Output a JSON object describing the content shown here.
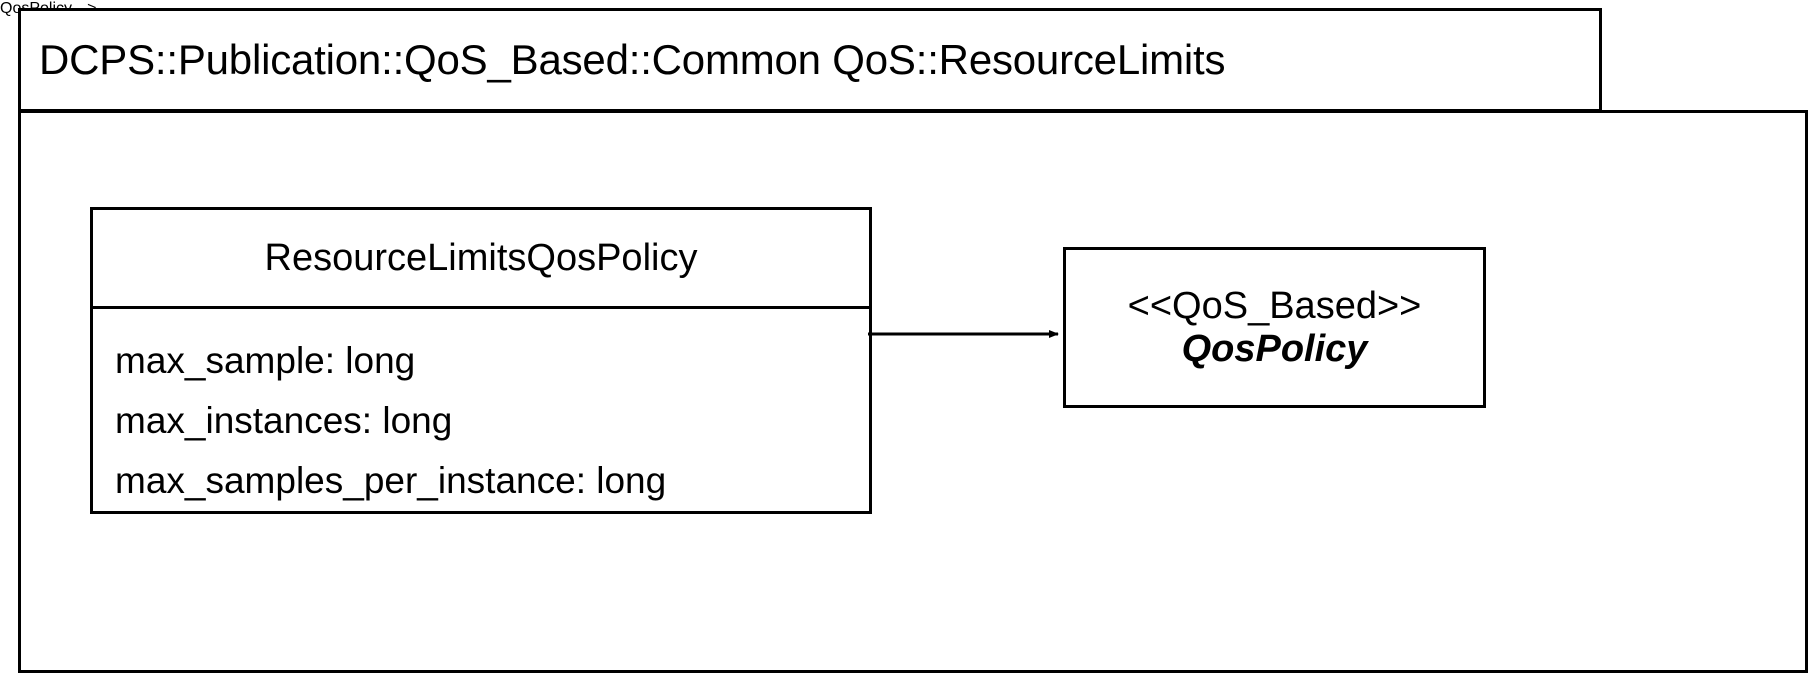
{
  "diagram": {
    "type": "uml-package-class-diagram",
    "package": {
      "qualified_name": "DCPS::Publication::QoS_Based::Common QoS::ResourceLimits"
    },
    "classes": [
      {
        "id": "resource-limits-qos-policy",
        "name": "ResourceLimitsQosPolicy",
        "stereotype": "",
        "italic": false,
        "attributes": [
          "max_sample: long",
          "max_instances: long",
          "max_samples_per_instance: long"
        ]
      },
      {
        "id": "qos-policy",
        "name": "QosPolicy",
        "stereotype": "<<QoS_Based>>",
        "italic": true,
        "attributes": []
      }
    ],
    "relationships": [
      {
        "id": "generalization-to-qospolicy",
        "source": "ResourceLimitsQosPolicy",
        "target": "QosPolicy",
        "style": "solid-line-filled-arrowhead",
        "label": ""
      }
    ],
    "colors": {
      "stroke": "#000000",
      "fill": "#ffffff",
      "text": "#000000"
    }
  }
}
